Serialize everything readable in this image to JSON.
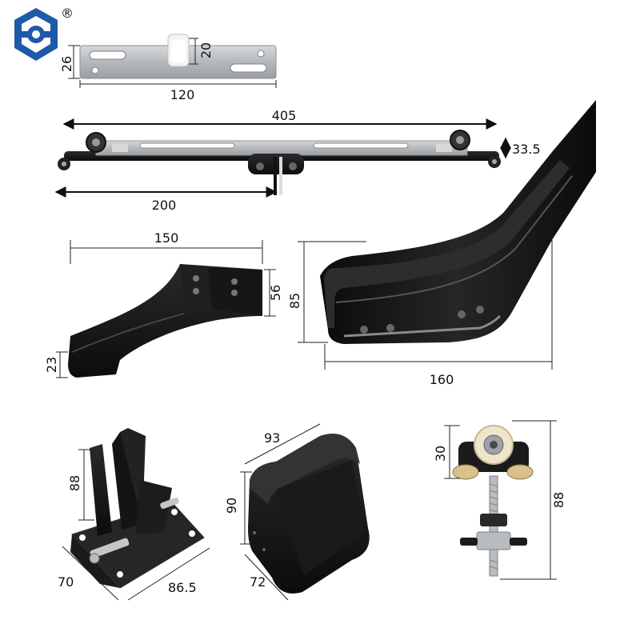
{
  "brand": {
    "logo": "hexagon-logo",
    "registered_mark": "®",
    "accent": "#1e5aa8"
  },
  "colors": {
    "metal": "#b9bcbf",
    "metal_dark": "#8e9296",
    "plastic_black": "#121212",
    "roller_white": "#f2f2f2",
    "roller_beige": "#efe4cc"
  },
  "parts": {
    "mounting_plate": {
      "width_label": "120",
      "height_label": "26",
      "stopper_label": "20"
    },
    "soft_close_track": {
      "length_label": "405",
      "half_length_label": "200",
      "height_label": "33.5"
    },
    "end_bracket": {
      "width_label": "150",
      "height_label": "56",
      "end_height_label": "23"
    },
    "curved_rail": {
      "width_label": "160",
      "height_label": "85"
    },
    "wall_bracket": {
      "height_label": "88",
      "depth_label": "70",
      "width_label": "86.5"
    },
    "end_cap": {
      "width_label": "93",
      "height_label": "90",
      "depth_label": "72"
    },
    "hanging_roller": {
      "wheel_label": "30",
      "total_label": "88"
    }
  }
}
